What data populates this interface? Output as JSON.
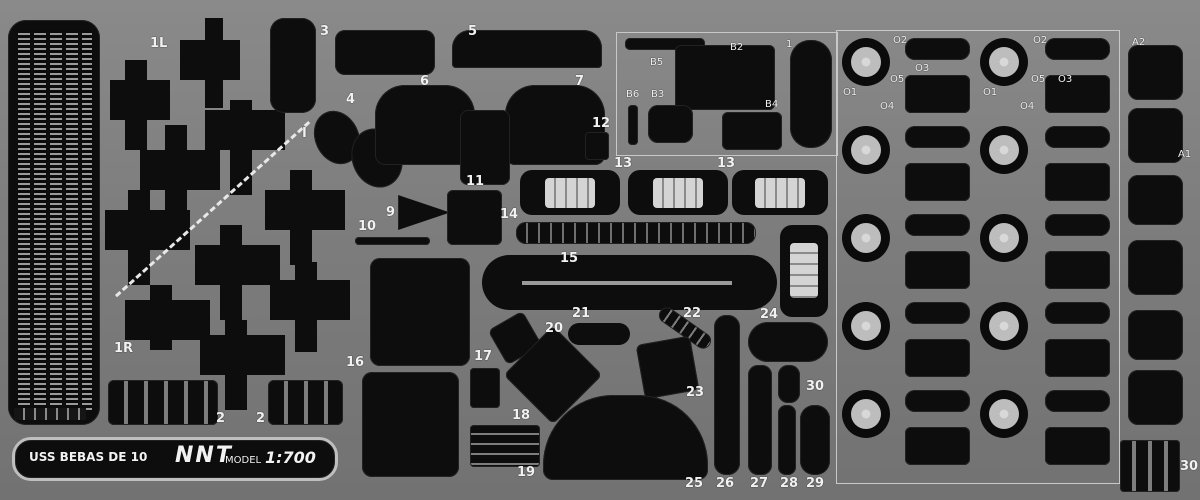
{
  "fret": {
    "title": "USS BEBAS  DE 10",
    "brand": "NNT",
    "brand_sub": "MODEL",
    "scale": "1:700"
  },
  "part_numbers": {
    "p1L": "1L",
    "p1R": "1R",
    "p1": "1",
    "p2a": "2",
    "p2b": "2",
    "p3": "3",
    "p4": "4",
    "p5": "5",
    "p6": "6",
    "p7": "7",
    "p9": "9",
    "p10": "10",
    "p11": "11",
    "p12": "12",
    "p13a": "13",
    "p13b": "13",
    "p14": "14",
    "p15": "15",
    "p16": "16",
    "p17": "17",
    "p18": "18",
    "p19": "19",
    "p20": "20",
    "p21": "21",
    "p22": "22",
    "p23": "23",
    "p24": "24",
    "p25": "25",
    "p26": "26",
    "p27": "27",
    "p28": "28",
    "p29": "29",
    "p30a": "30",
    "p30b": "30",
    "pI": "I",
    "B1": "1",
    "B2": "B2",
    "B3": "B3",
    "B4": "B4",
    "B5": "B5",
    "B6": "B6",
    "A1": "A1",
    "A2": "A2"
  },
  "gun_sub_labels": [
    "O1",
    "O2",
    "O3",
    "O4",
    "O5"
  ],
  "colors": {
    "fret_metal": "#7d7d7d",
    "etched_void": "#0d0d0d",
    "label_white": "#f2f2f2"
  }
}
